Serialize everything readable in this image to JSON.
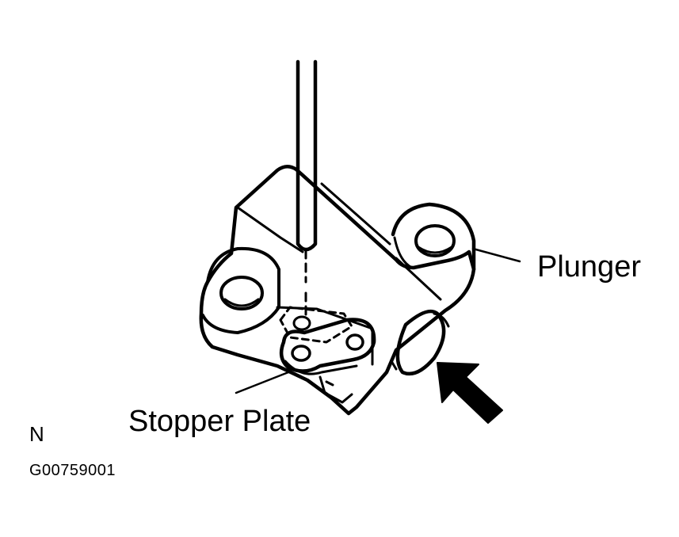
{
  "diagram": {
    "labels": {
      "plunger": "Plunger",
      "stopper_plate": "Stopper Plate",
      "view_marker": "N",
      "figure_code": "G00759001"
    },
    "colors": {
      "line": "#000000",
      "background": "#ffffff"
    },
    "icons": {
      "push_arrow": "arrow-up-left-icon"
    }
  }
}
